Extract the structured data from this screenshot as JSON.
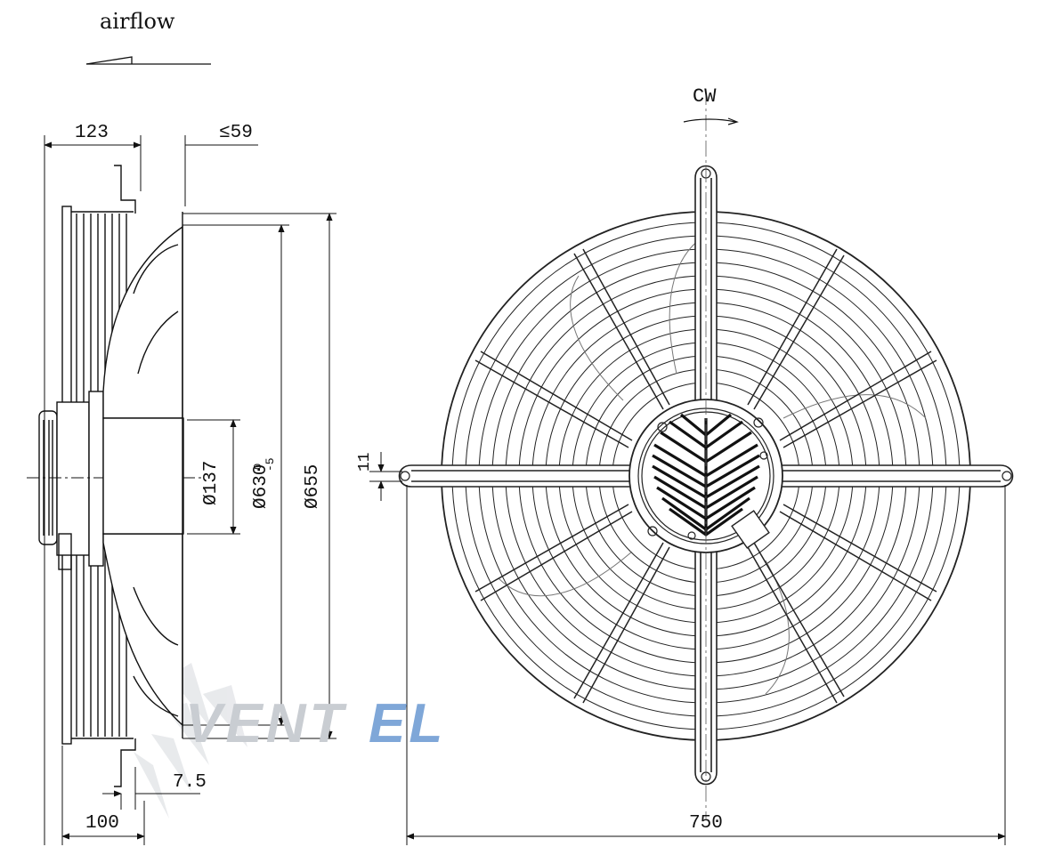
{
  "airflow": {
    "label": "airflow"
  },
  "rotation": {
    "label": "CW"
  },
  "dimensions": {
    "inlet_depth": "123",
    "guard_depth": "≤59",
    "hub_diameter": "Ø137",
    "impeller_diameter": "Ø630",
    "impeller_tolerance_top": "0",
    "impeller_tolerance_bottom": "-5",
    "housing_diameter": "Ø655",
    "bracket_offset": "7.5",
    "mount_depth": "100",
    "hole_size": "11",
    "overall_width": "750"
  },
  "watermark": {
    "part1": "VENT",
    "part2": "EL"
  },
  "colors": {
    "ink": "#111111",
    "watermark_gray": "#c9cdd2",
    "watermark_blue": "#5f8fc9"
  }
}
